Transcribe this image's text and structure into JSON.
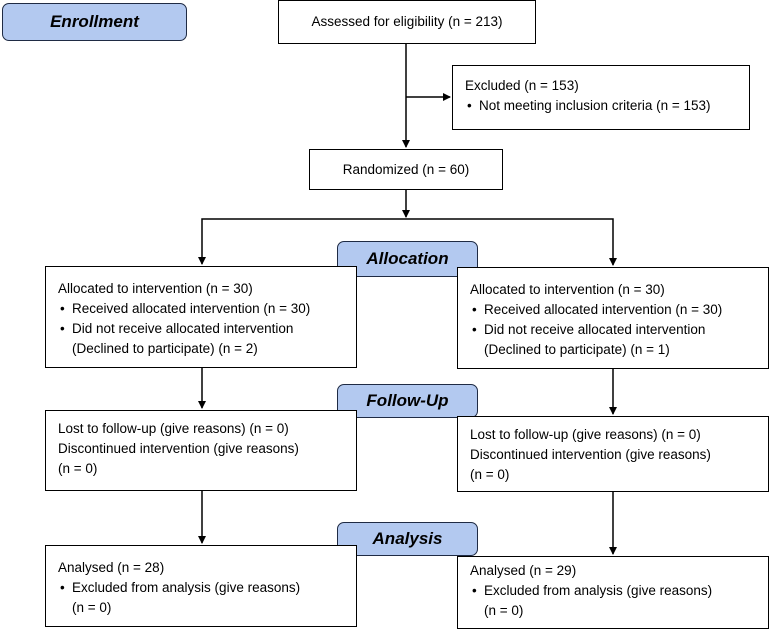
{
  "stages": {
    "enrollment": "Enrollment",
    "allocation": "Allocation",
    "followup": "Follow-Up",
    "analysis": "Analysis"
  },
  "assessed": "Assessed for eligibility (n = 213)",
  "excluded": {
    "title": "Excluded (n = 153)",
    "items": [
      "Not meeting inclusion criteria (n = 153)"
    ]
  },
  "randomized": "Randomized (n = 60)",
  "arms": [
    {
      "allocation": {
        "title": "Allocated to intervention (n = 30)",
        "received": "Received allocated intervention (n = 30)",
        "not_received": "Did not receive allocated intervention",
        "not_received_cont": "(Declined to participate) (n = 2)"
      },
      "followup": {
        "lost": "Lost to follow-up (give reasons) (n = 0)",
        "discontinued": "Discontinued intervention (give reasons)",
        "discontinued_cont": "(n = 0)"
      },
      "analysis": {
        "title": "Analysed (n = 28)",
        "excluded": "Excluded from analysis (give reasons)",
        "excluded_cont": "(n = 0)"
      }
    },
    {
      "allocation": {
        "title": "Allocated to intervention (n = 30)",
        "received": "Received allocated intervention (n = 30)",
        "not_received": "Did not receive allocated intervention",
        "not_received_cont": "(Declined to participate) (n = 1)"
      },
      "followup": {
        "lost": "Lost to follow-up (give reasons) (n = 0)",
        "discontinued": "Discontinued intervention (give reasons)",
        "discontinued_cont": "(n = 0)"
      },
      "analysis": {
        "title": "Analysed (n = 29)",
        "excluded": "Excluded from analysis (give reasons)",
        "excluded_cont": "(n = 0)"
      }
    }
  ]
}
